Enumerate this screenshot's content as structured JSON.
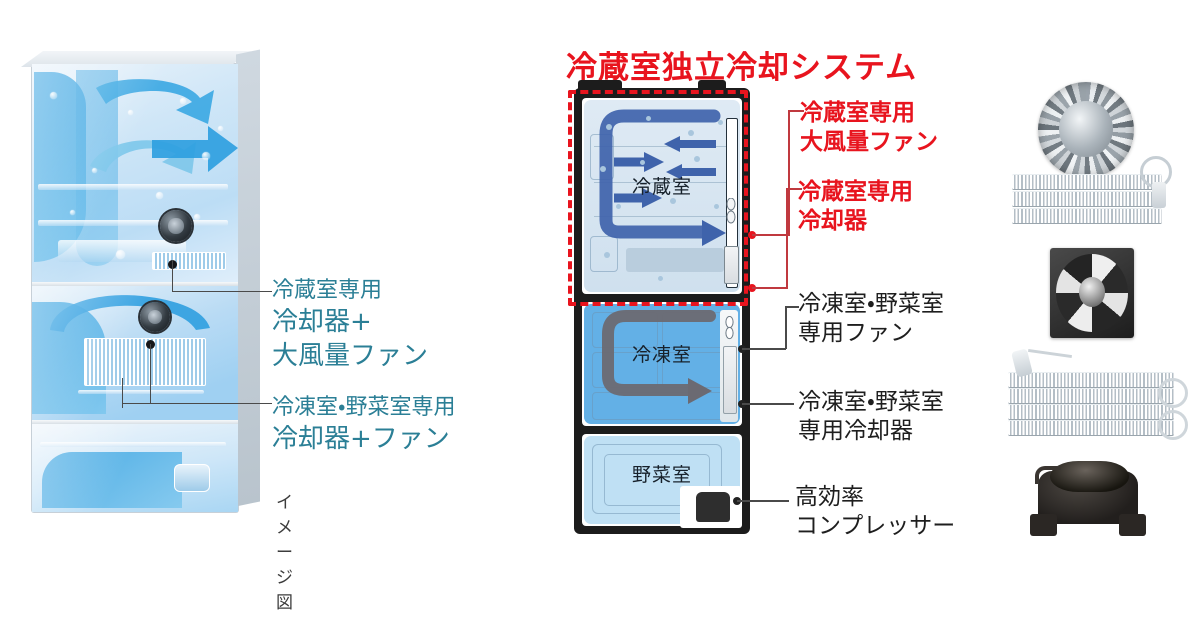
{
  "page": {
    "title": "冷蔵室独立冷却システム",
    "background_color": "#ffffff"
  },
  "colors": {
    "accent_red": "#e8141e",
    "label_teal": "#2b7f96",
    "label_black": "#1e1e1e",
    "freezer_blue": "#63b0e6",
    "fridge_blue": "#cfe0ee",
    "veg_blue": "#bfe0f4",
    "cabinet_dark": "#1c1c1c",
    "leader_red": "#c0393f"
  },
  "left_illustration": {
    "name": "冷蔵庫イメージ図",
    "caption": "イメージ図",
    "labels": [
      {
        "id": "fridge-unit",
        "color": "#2b7f96",
        "lines": [
          "冷蔵室専用",
          "冷却器+",
          "大風量ファン"
        ]
      },
      {
        "id": "freezer-unit",
        "color": "#2b7f96",
        "lines": [
          "冷凍室・野菜室専用",
          "冷却器+ファン"
        ]
      }
    ]
  },
  "schematic": {
    "title": "冷蔵室独立冷却システム",
    "title_color": "#e8141e",
    "highlight_box": {
      "style": "red-dashed",
      "color": "#e8141e",
      "encloses": "冷蔵室"
    },
    "compartments": [
      {
        "id": "fridge",
        "label": "冷蔵室",
        "color": "#cfe0ee",
        "airflow": "blue-arrows"
      },
      {
        "id": "freezer",
        "label": "冷凍室",
        "color": "#63b0e6",
        "airflow": "gray-arrows"
      },
      {
        "id": "vegetable",
        "label": "野菜室",
        "color": "#bfe0f4",
        "airflow": "none"
      }
    ],
    "callouts": [
      {
        "id": "fridge-fan",
        "color": "#e8141e",
        "lines": [
          "冷蔵室専用",
          "大風量ファン"
        ]
      },
      {
        "id": "fridge-evap",
        "color": "#e8141e",
        "lines": [
          "冷蔵室専用",
          "冷却器"
        ]
      },
      {
        "id": "freezer-veg-fan",
        "color": "#1e1e1e",
        "lines": [
          "冷凍室・野菜室",
          "専用ファン"
        ]
      },
      {
        "id": "freezer-veg-evap",
        "color": "#1e1e1e",
        "lines": [
          "冷凍室・野菜室",
          "専用冷却器"
        ]
      },
      {
        "id": "compressor",
        "color": "#1e1e1e",
        "lines": [
          "高効率",
          "コンプレッサー"
        ]
      }
    ]
  },
  "component_photos": [
    {
      "id": "turbo-fan",
      "icon": "centrifugal-fan-photo",
      "caption_ref": "fridge-fan"
    },
    {
      "id": "small-evaporator",
      "icon": "evaporator-coil-photo",
      "caption_ref": "fridge-evap"
    },
    {
      "id": "axial-fan",
      "icon": "axial-fan-photo",
      "caption_ref": "freezer-veg-fan"
    },
    {
      "id": "large-evaporator",
      "icon": "evaporator-coil-photo",
      "caption_ref": "freezer-veg-evap"
    },
    {
      "id": "compressor",
      "icon": "compressor-photo",
      "caption_ref": "compressor"
    }
  ]
}
